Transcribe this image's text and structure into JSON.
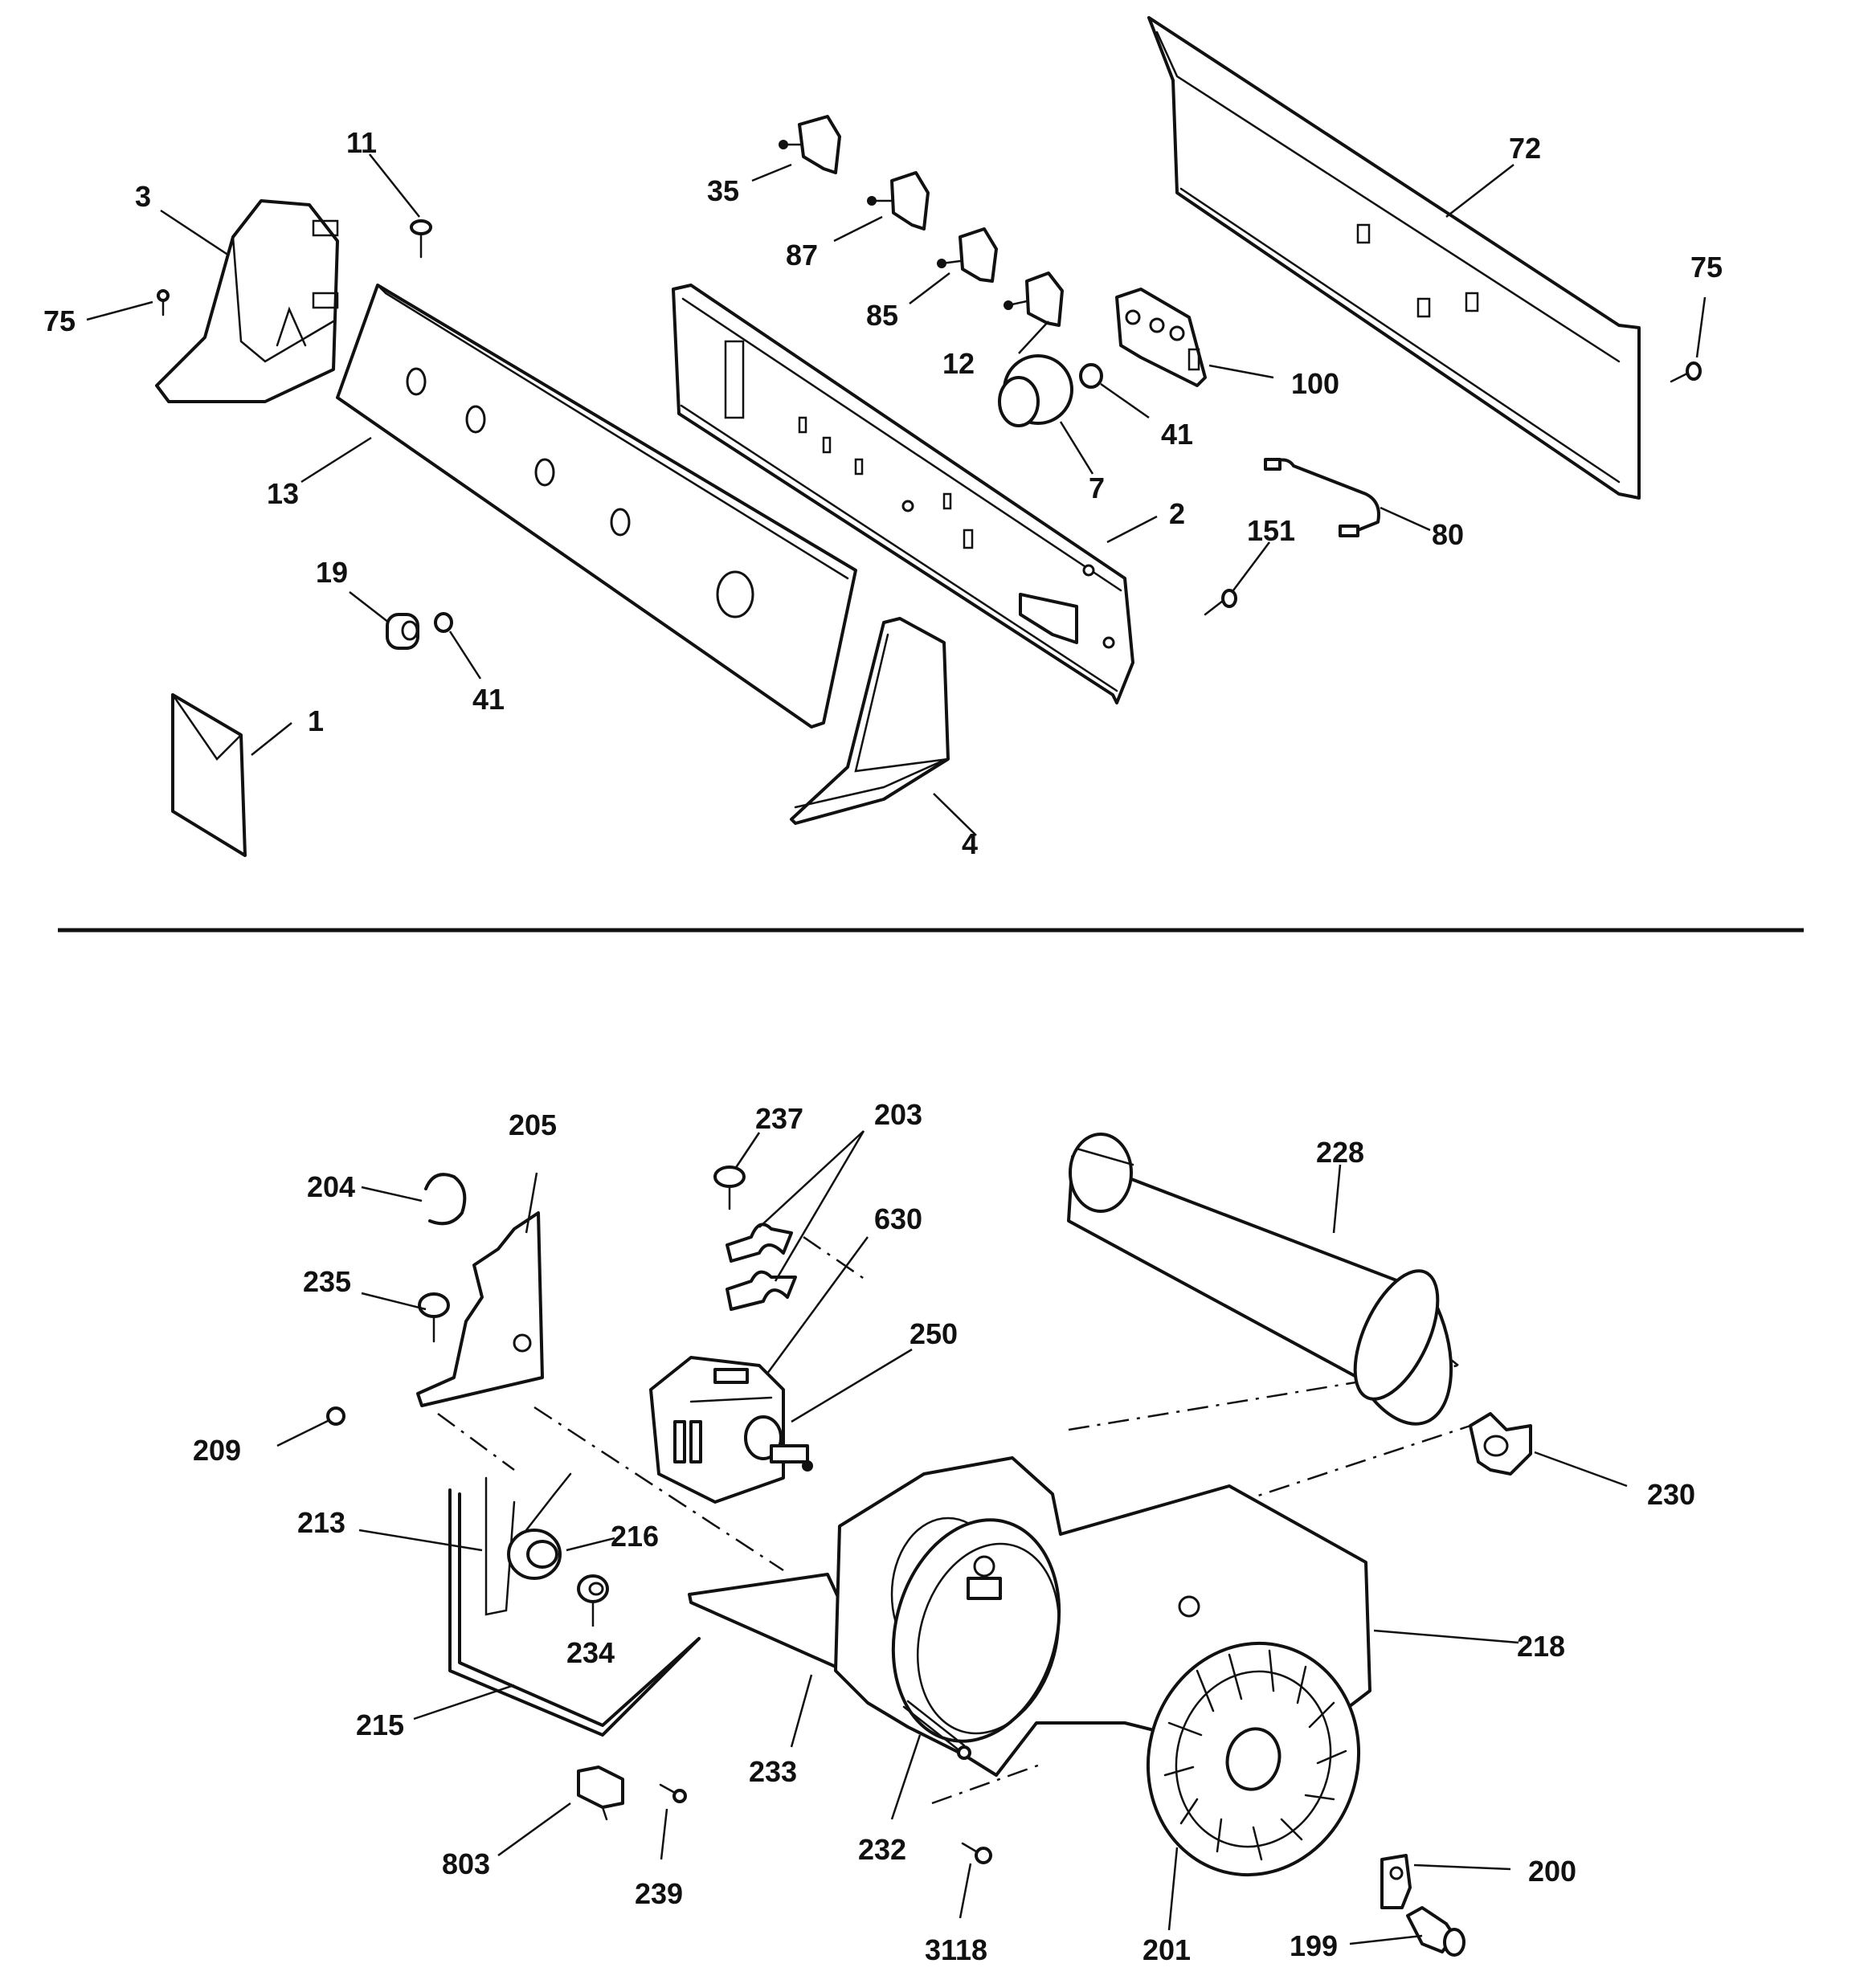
{
  "upper_labels": [
    "1",
    "2",
    "3",
    "4",
    "7",
    "11",
    "12",
    "13",
    "19",
    "35",
    "41",
    "41",
    "72",
    "75",
    "75",
    "80",
    "85",
    "87",
    "100",
    "151"
  ],
  "lower_labels": [
    "199",
    "200",
    "201",
    "203",
    "204",
    "205",
    "209",
    "213",
    "215",
    "216",
    "218",
    "228",
    "230",
    "232",
    "233",
    "234",
    "235",
    "237",
    "239",
    "250",
    "630",
    "803",
    "3118"
  ],
  "labels": {
    "l1": "1",
    "l2": "2",
    "l3": "3",
    "l4": "4",
    "l7": "7",
    "l11": "11",
    "l12": "12",
    "l13": "13",
    "l19": "19",
    "l35": "35",
    "l41a": "41",
    "l41b": "41",
    "l72": "72",
    "l75a": "75",
    "l75b": "75",
    "l80": "80",
    "l85": "85",
    "l87": "87",
    "l100": "100",
    "l151": "151",
    "l199": "199",
    "l200": "200",
    "l201": "201",
    "l203": "203",
    "l204": "204",
    "l205": "205",
    "l209": "209",
    "l213": "213",
    "l215": "215",
    "l216": "216",
    "l218": "218",
    "l228": "228",
    "l230": "230",
    "l232": "232",
    "l233": "233",
    "l234": "234",
    "l235": "235",
    "l237": "237",
    "l239": "239",
    "l250": "250",
    "l630": "630",
    "l803": "803",
    "l3118": "3118"
  }
}
